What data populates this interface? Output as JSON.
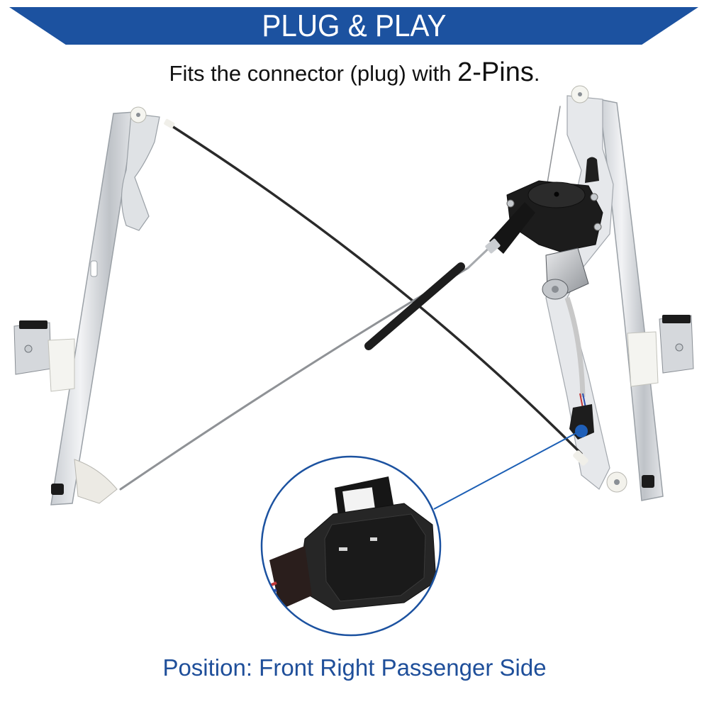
{
  "banner": {
    "title": "PLUG & PLAY",
    "color": "#1c52a0"
  },
  "subtitle": {
    "text": "Fits the connector (plug) with ",
    "emphasis": "2-Pins",
    "suffix": "."
  },
  "footer": {
    "text": "Position: Front Right Passenger Side",
    "color": "#1f4f9a"
  },
  "product": {
    "name": "power-window-regulator-with-motor",
    "parts": [
      "left-rail",
      "right-rail",
      "motor-assembly",
      "crossed-cables",
      "2-pin-connector"
    ],
    "callout": {
      "target": "2-pin-connector",
      "line_color": "#1c5fb5"
    }
  }
}
